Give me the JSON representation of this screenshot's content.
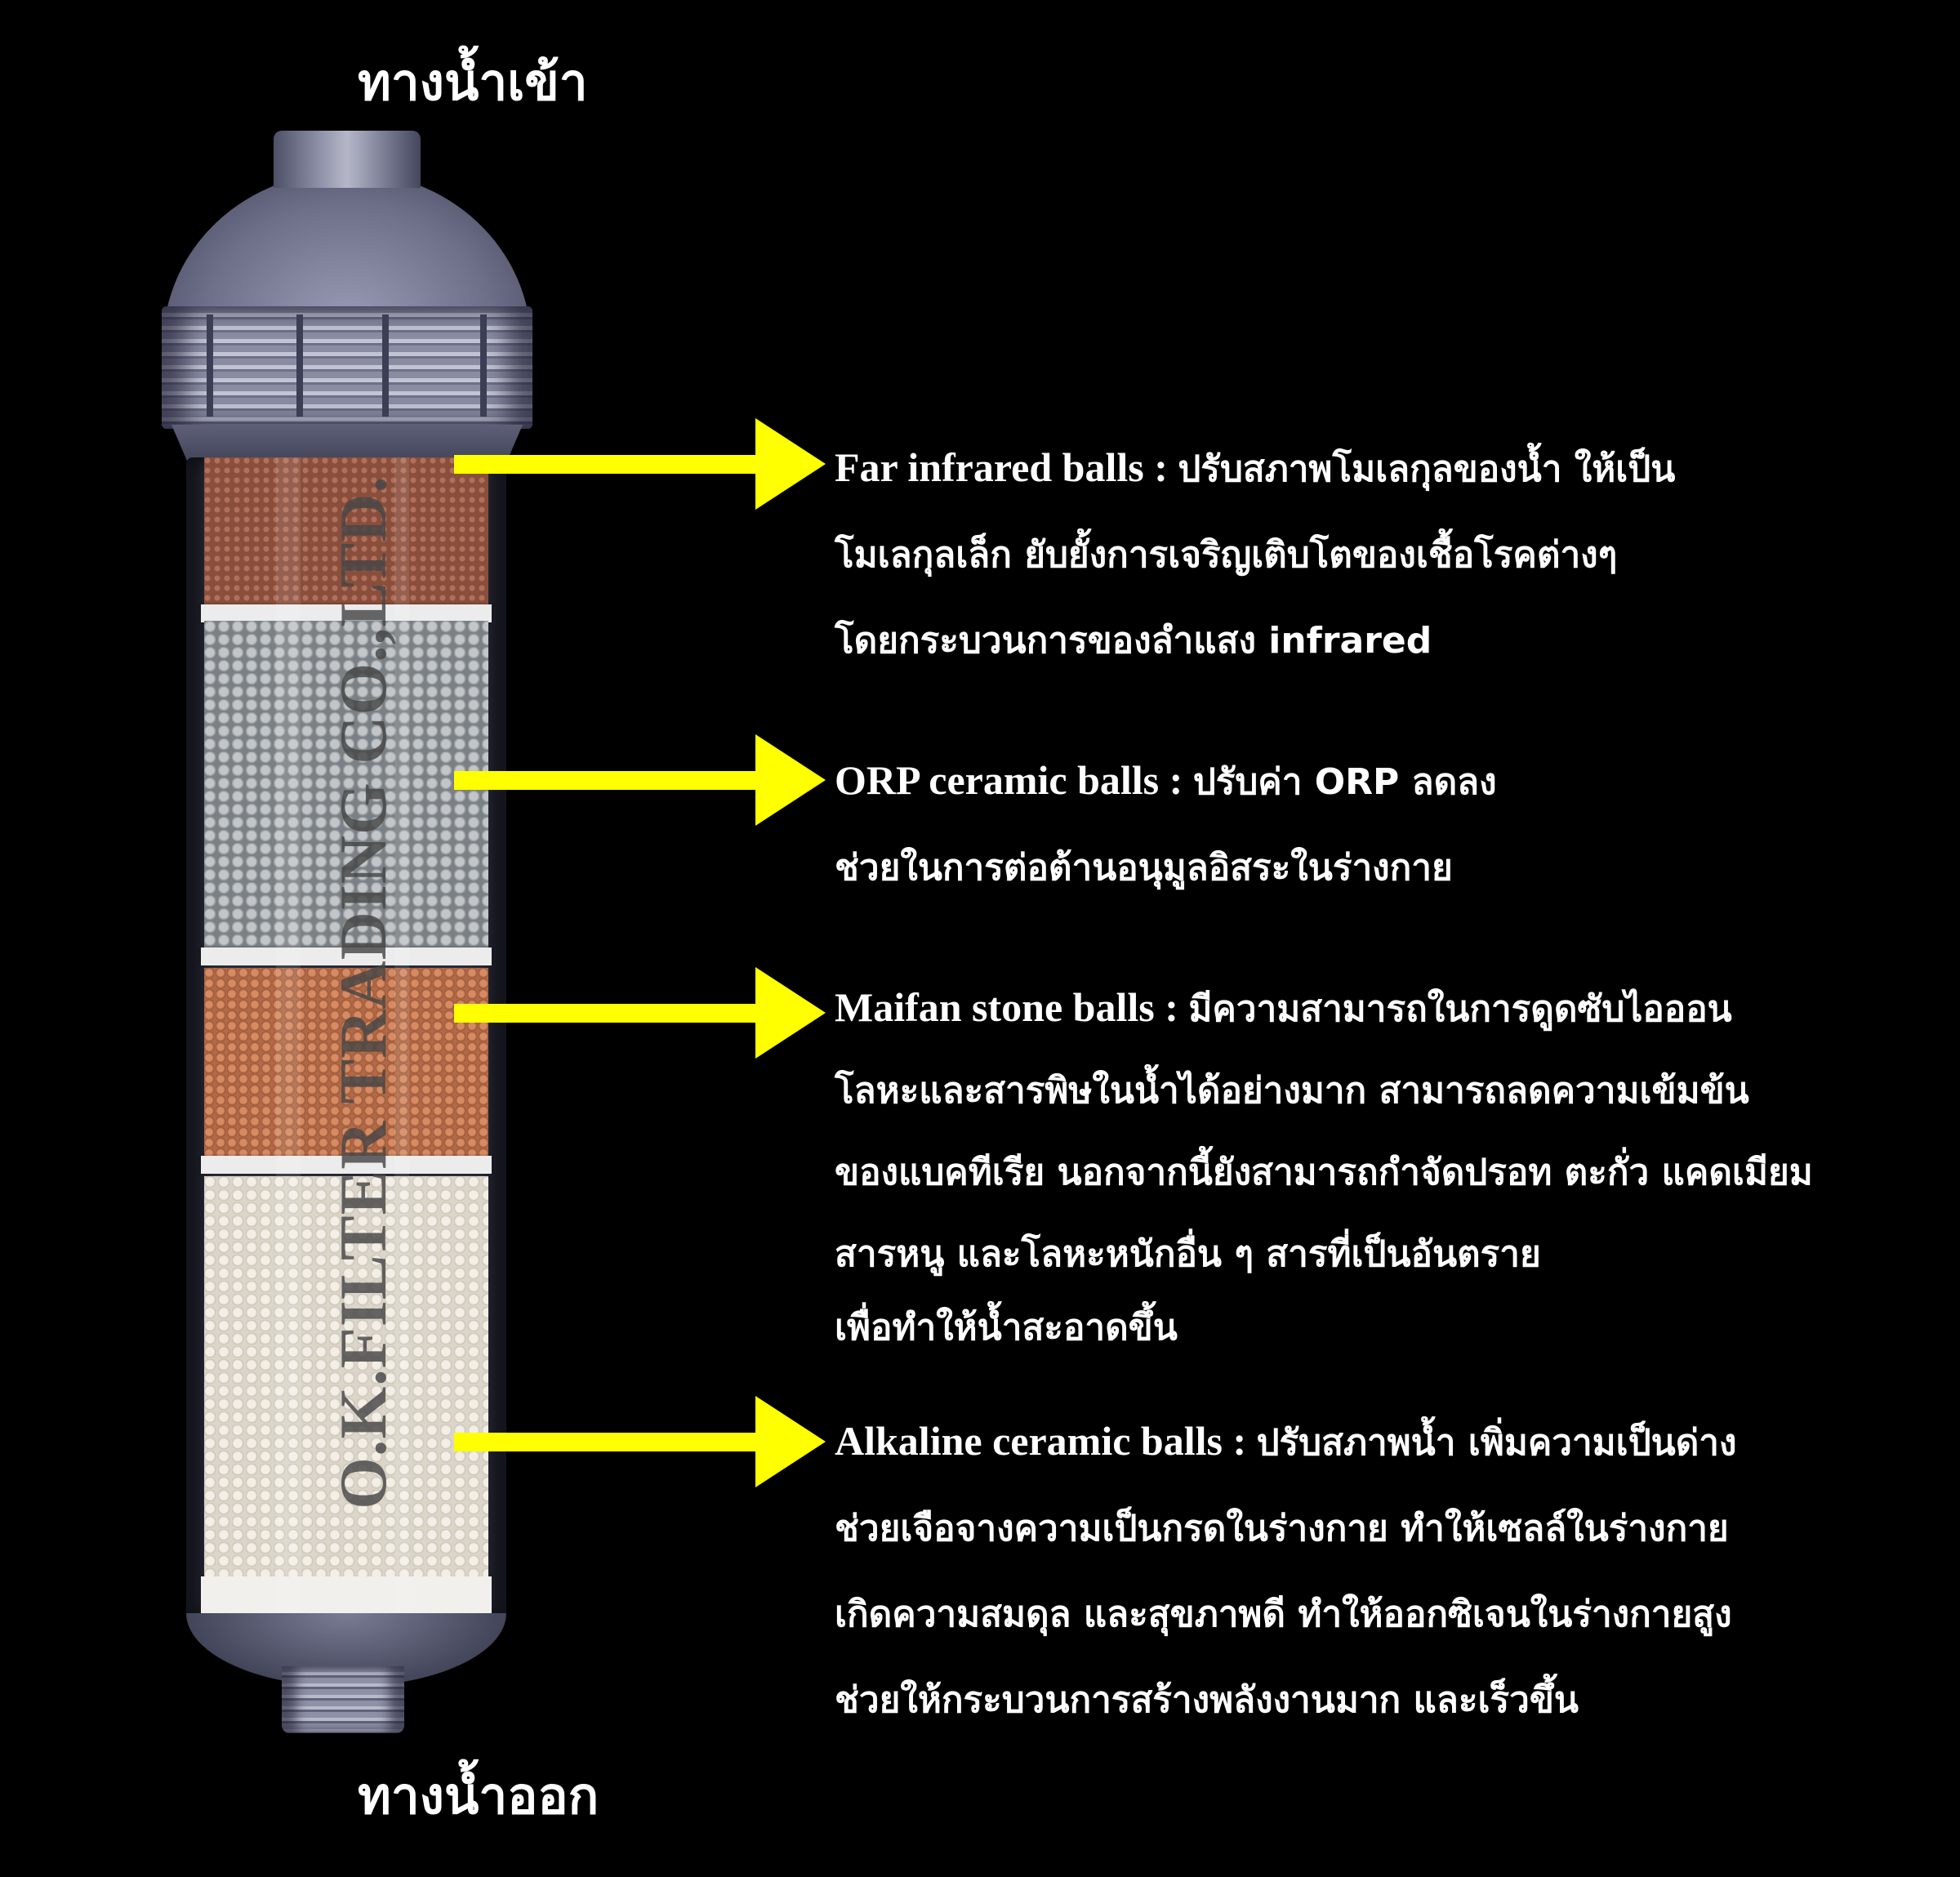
{
  "labels": {
    "inlet": "ทางน้ำเข้า",
    "outlet": "ทางน้ำออก"
  },
  "watermark": "O.K.FILTER TRADING CO.,LTD.",
  "colors": {
    "background": "#000000",
    "arrow": "#ffff00",
    "text": "#ffffff",
    "far_infrared_balls": "#8a4e3c",
    "orp_ceramic_balls": "#9ea2a5",
    "maifan_stone_balls": "#b06a47",
    "alkaline_ceramic_balls": "#e6e1d6"
  },
  "layers": [
    {
      "name": "Far infrared balls",
      "separator": " : ",
      "lines": [
        "ปรับสภาพโมเลกุลของน้ำ ให้เป็น",
        "โมเลกุลเล็ก ยับยั้งการเจริญเติบโตของเชื้อโรคต่างๆ",
        "โดยกระบวนการของลำแสง infrared"
      ]
    },
    {
      "name": "ORP ceramic balls",
      "separator": " : ",
      "lines": [
        "ปรับค่า ORP ลดลง",
        "ช่วยในการต่อต้านอนุมูลอิสระในร่างกาย"
      ]
    },
    {
      "name": "Maifan stone balls",
      "separator": " : ",
      "lines": [
        "มีความสามารถในการดูดซับไอออน",
        "โลหะและสารพิษในน้ำได้อย่างมาก สามารถลดความเข้มข้น",
        "ของแบคทีเรีย นอกจากนี้ยังสามารถกำจัดปรอท ตะกั่ว แคดเมียม",
        "สารหนู และโลหะหนักอื่น ๆ สารที่เป็นอันตราย",
        "เพื่อทำให้น้ำสะอาดขึ้น"
      ]
    },
    {
      "name": "Alkaline ceramic balls",
      "separator": " : ",
      "lines": [
        "ปรับสภาพน้ำ เพิ่มความเป็นด่าง",
        "ช่วยเจือจางความเป็นกรดในร่างกาย ทำให้เซลล์ในร่างกาย",
        "เกิดความสมดุล และสุขภาพดี ทำให้ออกซิเจนในร่างกายสูง",
        "ช่วยให้กระบวนการสร้างพลังงานมาก และเร็วขึ้น"
      ]
    }
  ]
}
